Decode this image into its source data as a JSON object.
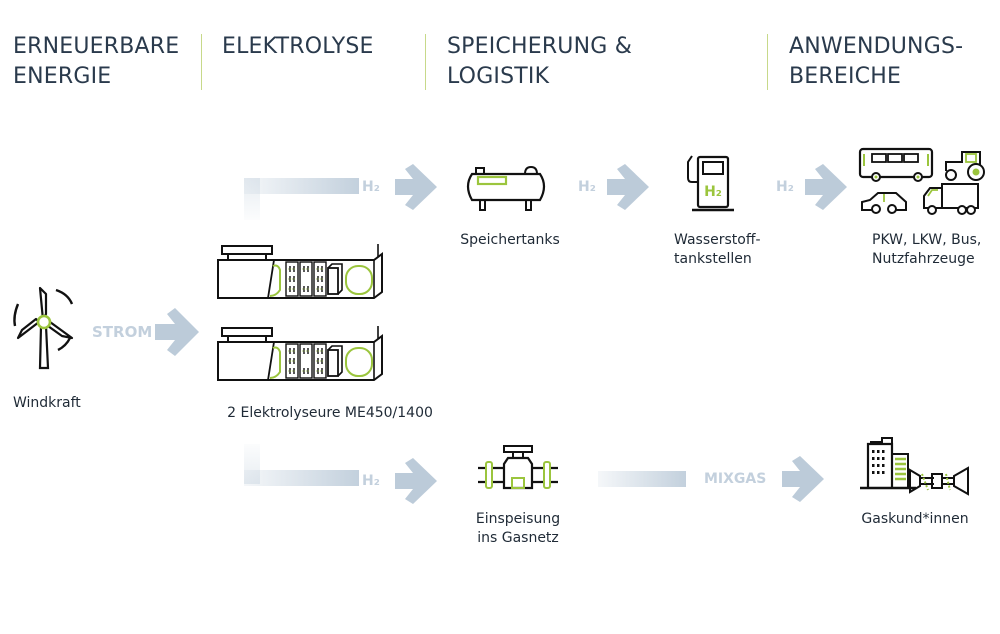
{
  "header": {
    "columns": [
      {
        "title": "ERNEUERBARE\nENERGIE"
      },
      {
        "title": "ELEKTROLYSE"
      },
      {
        "title": "SPEICHERUNG &\nLOGISTIK"
      },
      {
        "title": "ANWENDUNGS-\nBEREICHE"
      }
    ]
  },
  "colors": {
    "accent": "#9bc53d",
    "arrow": "#bccbd9",
    "text": "#2a3a4c"
  },
  "flow_labels": {
    "strom": "STROM",
    "h2_a": "H₂",
    "h2_b": "H₂",
    "h2_c": "H₂",
    "h2_d": "H₂",
    "mixgas": "MIXGAS"
  },
  "nodes": {
    "windkraft": {
      "label": "Windkraft",
      "icon": "wind-turbine-icon"
    },
    "elektrolyseure": {
      "label": "2 Elektrolyseure ME450/1400",
      "icon": "electrolyser-icon"
    },
    "speichertanks": {
      "label": "Speichertanks",
      "icon": "storage-tank-icon"
    },
    "tankstellen": {
      "label": "Wasserstoff-\ntankstellen",
      "icon": "h2-fuel-station-icon",
      "icon_text": "H₂"
    },
    "fahrzeuge": {
      "label": "PKW, LKW, Bus,\nNutzfahrzeuge",
      "icon": "vehicles-icon"
    },
    "gasnetz": {
      "label": "Einspeisung\nins Gasnetz",
      "icon": "pipeline-valve-icon"
    },
    "gaskunden": {
      "label": "Gaskund*innen",
      "icon": "gas-customers-icon"
    }
  }
}
